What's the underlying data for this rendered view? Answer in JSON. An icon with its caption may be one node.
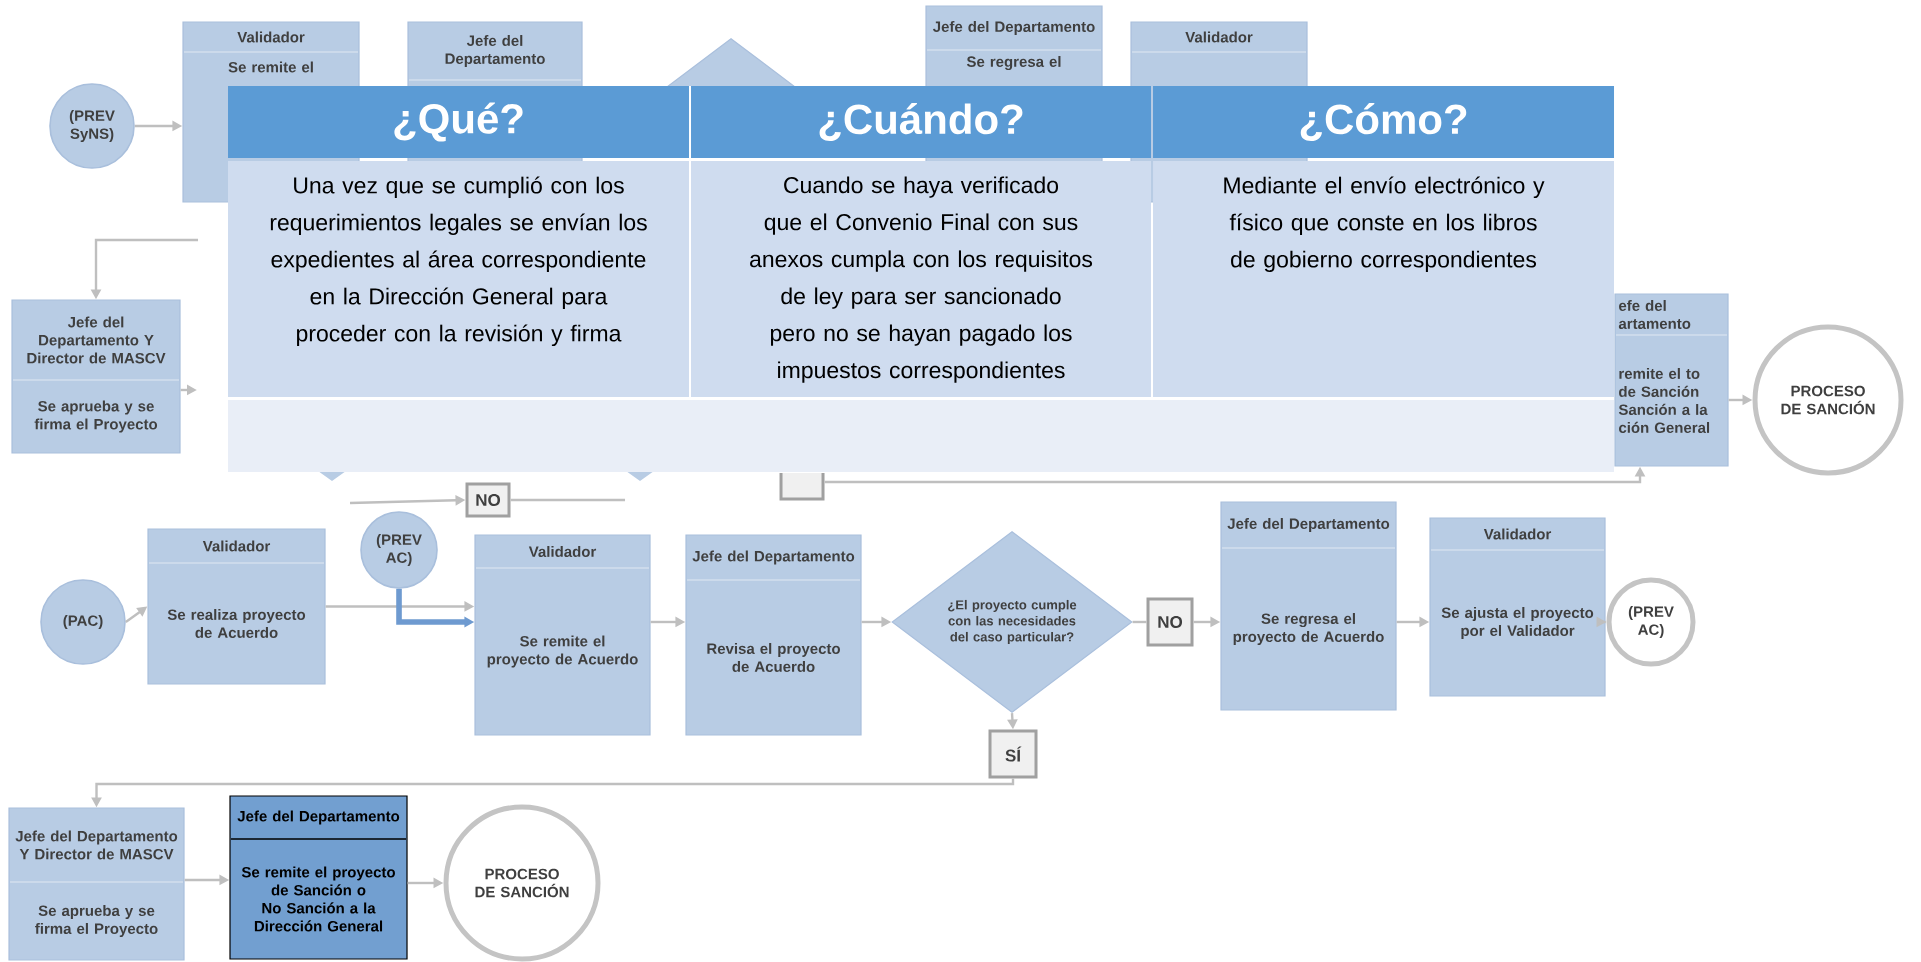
{
  "diagram": {
    "nodes": [
      {
        "text": [
          "(PREV SyNS)"
        ]
      },
      {
        "text": [
          "Validador",
          "Se remite el"
        ]
      },
      {
        "text": [
          "Jefe del Departamento"
        ]
      },
      {
        "text": [],
        "shape": "diamond"
      },
      {
        "text": [
          "Jefe del Departamento",
          "Se regresa el"
        ]
      },
      {
        "text": [
          "Validador"
        ]
      },
      {
        "text": [
          "Jefe del Departamento Y Director de MASCV",
          "Se aprueba y se firma el Proyecto"
        ]
      },
      {
        "text": [
          "efe del artamento",
          "remite el to de Sanción Sanción a la ción General"
        ]
      },
      {
        "text": [
          "PROCESO DE SANCIÓN"
        ]
      },
      {
        "text": [
          "NO"
        ]
      },
      {
        "text": [],
        "shape": "box"
      },
      {
        "text": [
          "(PAC)"
        ]
      },
      {
        "text": [
          "Validador",
          "Se realiza proyecto de Acuerdo"
        ]
      },
      {
        "text": [
          "(PREV AC)"
        ]
      },
      {
        "text": [
          "Validador",
          "Se remite el proyecto de Acuerdo"
        ]
      },
      {
        "text": [
          "Jefe del Departamento",
          "Revisa el proyecto de Acuerdo"
        ]
      },
      {
        "text": [
          "¿El proyecto cumple con las necesidades del caso particular?"
        ]
      },
      {
        "text": [
          "NO"
        ]
      },
      {
        "text": [
          "Jefe del Departamento",
          "Se regresa el proyecto de Acuerdo"
        ]
      },
      {
        "text": [
          "Validador",
          "Se ajusta el proyecto por el Validador"
        ]
      },
      {
        "text": [
          "(PREV AC)"
        ]
      },
      {
        "text": [
          "SÍ"
        ]
      },
      {
        "text": [
          "Jefe del Departamento Y Director de MASCV",
          "Se aprueba y se firma el Proyecto"
        ]
      },
      {
        "text": [
          "Jefe del Departamento",
          "Se remite el proyecto de Sanción o No Sanción a la Dirección General"
        ]
      },
      {
        "text": [
          "PROCESO DE SANCIÓN"
        ]
      }
    ],
    "edges": [
      {
        "from": 0,
        "to": 1,
        "arrow": "to"
      },
      {
        "from": null,
        "to": 6,
        "arrow": "to"
      },
      {
        "from": 6,
        "to": null,
        "arrow": "to"
      },
      {
        "from": 7,
        "to": 8,
        "arrow": "to"
      },
      {
        "from": null,
        "to": 9,
        "arrow": "to"
      },
      {
        "from": 9,
        "to": null,
        "arrow": "none"
      },
      {
        "from": 10,
        "to": 7,
        "arrow": "to"
      },
      {
        "from": 11,
        "to": 12,
        "arrow": "to"
      },
      {
        "from": 12,
        "to": 14,
        "arrow": "to"
      },
      {
        "from": 13,
        "to": 14,
        "arrow": "to",
        "style": "thick",
        "color": "#6e9ad0"
      },
      {
        "from": 14,
        "to": 15,
        "arrow": "to"
      },
      {
        "from": 15,
        "to": 16,
        "arrow": "to"
      },
      {
        "from": 16,
        "to": 17,
        "arrow": "none"
      },
      {
        "from": 17,
        "to": 18,
        "arrow": "to"
      },
      {
        "from": 18,
        "to": 19,
        "arrow": "to"
      },
      {
        "from": 19,
        "to": 20,
        "arrow": "to"
      },
      {
        "from": 16,
        "to": 21,
        "arrow": "to"
      },
      {
        "from": 21,
        "to": 22,
        "arrow": "to"
      },
      {
        "from": 22,
        "to": 23,
        "arrow": "to"
      },
      {
        "from": 23,
        "to": 24,
        "arrow": "to"
      }
    ],
    "labels": [
      "¿Qué?",
      "¿Cuándo?",
      "¿Cómo?",
      "Una vez que se cumplió con los requerimientos legales se envían los expedientes al área correspondiente en la Dirección General para proceder con la revisión y firma",
      "Cuando se haya verificado que el Convenio Final con sus anexos cumpla con los requisitos de ley para ser sancionado pero no se hayan pagado los impuestos correspondientes",
      "Mediante el envío electrónico y físico que conste en los libros de gobierno correspondientes"
    ]
  }
}
